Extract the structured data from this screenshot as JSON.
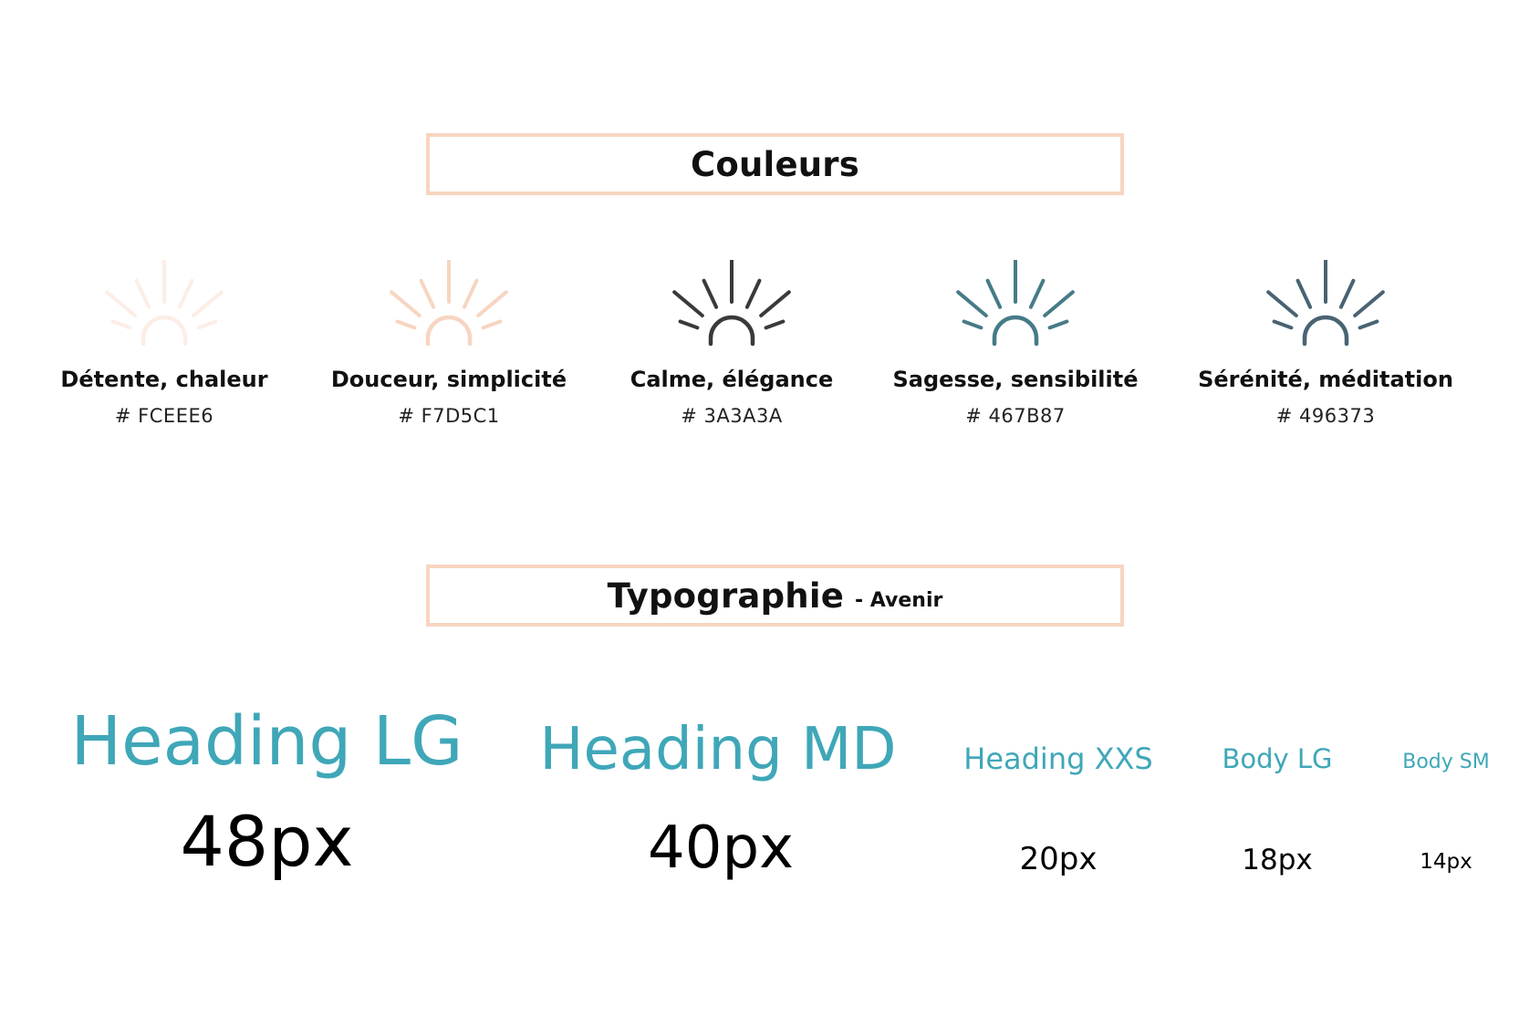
{
  "sections": {
    "colors_title": "Couleurs",
    "typography_title": "Typographie",
    "typography_font": "- Avenir"
  },
  "colors": [
    {
      "name": "Détente, chaleur",
      "hex_label": "# FCEEE6",
      "color": "#FCEEE6",
      "icon": "sunrise-icon"
    },
    {
      "name": "Douceur, simplicité",
      "hex_label": "# F7D5C1",
      "color": "#F7D5C1",
      "icon": "sunrise-icon"
    },
    {
      "name": "Calme, élégance",
      "hex_label": "# 3A3A3A",
      "color": "#3A3A3A",
      "icon": "sunrise-icon"
    },
    {
      "name": "Sagesse, sensibilité",
      "hex_label": "# 467B87",
      "color": "#467B87",
      "icon": "sunrise-icon"
    },
    {
      "name": "Sérénité, méditation",
      "hex_label": "# 496373",
      "color": "#496373",
      "icon": "sunrise-icon"
    }
  ],
  "typography": [
    {
      "sample": "Heading LG",
      "size": "48px"
    },
    {
      "sample": "Heading MD",
      "size": "40px"
    },
    {
      "sample": "Heading XXS",
      "size": "20px"
    },
    {
      "sample": "Body LG",
      "size": "18px"
    },
    {
      "sample": "Body SM",
      "size": "14px"
    }
  ],
  "theme": {
    "accent": "#3FA7B8",
    "border": "#F7D5C1"
  }
}
